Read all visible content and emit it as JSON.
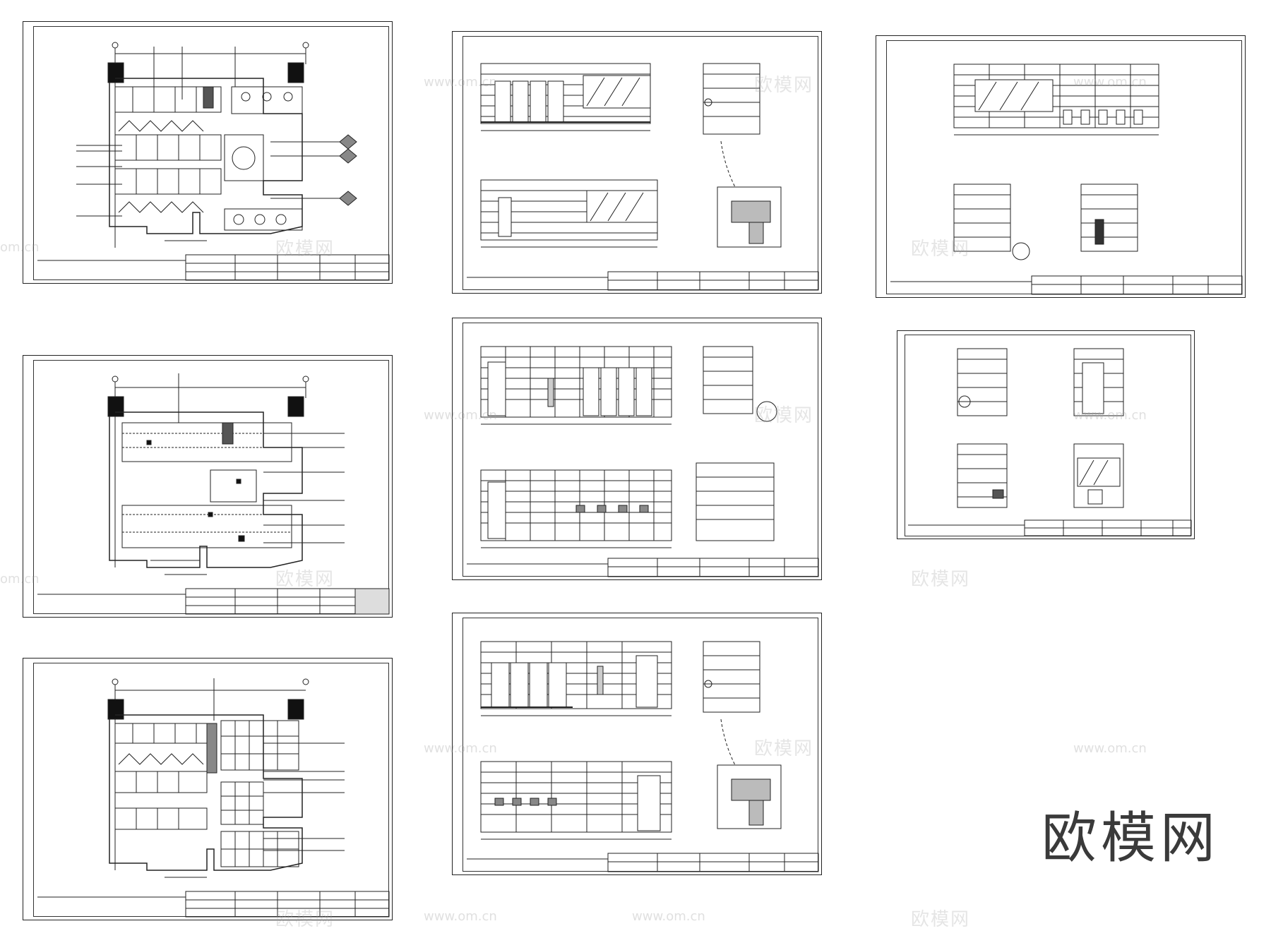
{
  "brand_logo": "欧模网",
  "watermark_text": "欧模网",
  "watermark_url": "www.om.cn",
  "watermark_url_short": "om.cn",
  "sheets": [
    {
      "id": "floor-plan-layout",
      "kind": "plan-layout"
    },
    {
      "id": "ceiling-plan",
      "kind": "plan-ceiling"
    },
    {
      "id": "floor-tile-plan",
      "kind": "plan-floor"
    },
    {
      "id": "elevations-a",
      "kind": "elevations"
    },
    {
      "id": "elevations-b",
      "kind": "elevations"
    },
    {
      "id": "elevations-c",
      "kind": "elevations"
    },
    {
      "id": "elevations-d",
      "kind": "elevations"
    },
    {
      "id": "details-e",
      "kind": "details"
    }
  ]
}
